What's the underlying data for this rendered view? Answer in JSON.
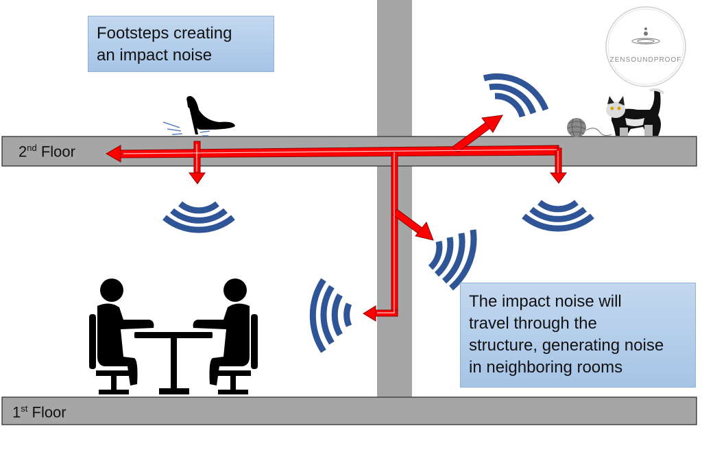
{
  "callouts": {
    "footsteps": [
      "Footsteps creating",
      "an impact noise"
    ],
    "travel": [
      "The impact noise will",
      "travel through the",
      "structure, generating noise",
      "in neighboring rooms"
    ]
  },
  "floors": {
    "second": {
      "number": "2",
      "suffix": "nd",
      "word": "Floor"
    },
    "first": {
      "number": "1",
      "suffix": "st",
      "word": "Floor"
    }
  },
  "logo": {
    "brand": "ZENSOUNDPROOF"
  },
  "colors": {
    "structure": "#a6a6a6",
    "noise_path": "#ff0000",
    "sound_wave": "#2f5597",
    "callout_fill": "#a9c6e8",
    "silhouette": "#000000"
  },
  "icons": [
    "high-heel-icon",
    "cat-icon",
    "yarn-ball-icon",
    "people-at-table-icon",
    "sound-wave-icon",
    "logo-icon"
  ]
}
